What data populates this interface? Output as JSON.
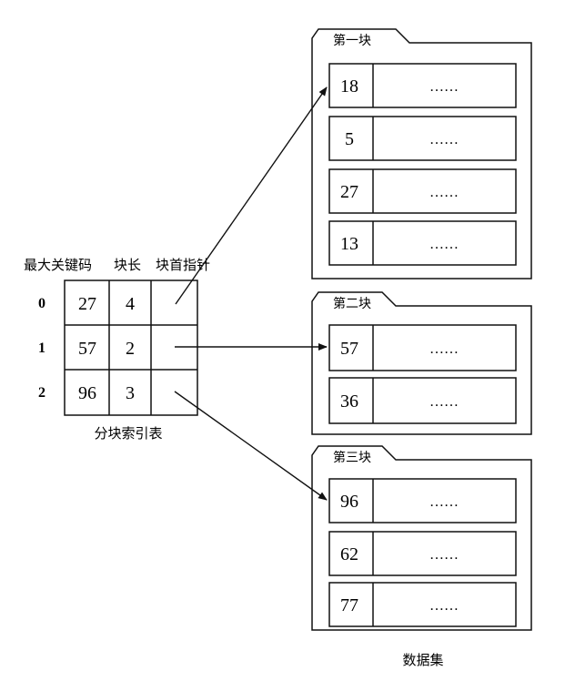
{
  "index_table": {
    "headers": [
      "最大关键码",
      "块长",
      "块首指针"
    ],
    "rows": [
      {
        "index": "0",
        "max_key": "27",
        "length": "4",
        "pointer_target": 0
      },
      {
        "index": "1",
        "max_key": "57",
        "length": "2",
        "pointer_target": 1
      },
      {
        "index": "2",
        "max_key": "96",
        "length": "3",
        "pointer_target": 2
      }
    ],
    "caption": "分块索引表"
  },
  "dataset": {
    "caption": "数据集",
    "blocks": [
      {
        "label": "第一块",
        "records": [
          {
            "key": "18",
            "data": "……"
          },
          {
            "key": "5",
            "data": "……"
          },
          {
            "key": "27",
            "data": "……"
          },
          {
            "key": "13",
            "data": "……"
          }
        ]
      },
      {
        "label": "第二块",
        "records": [
          {
            "key": "57",
            "data": "……"
          },
          {
            "key": "36",
            "data": "……"
          }
        ]
      },
      {
        "label": "第三块",
        "records": [
          {
            "key": "96",
            "data": "……"
          },
          {
            "key": "62",
            "data": "……"
          },
          {
            "key": "77",
            "data": "……"
          }
        ]
      }
    ]
  },
  "colors": {
    "line": "#111111",
    "background": "#ffffff"
  }
}
